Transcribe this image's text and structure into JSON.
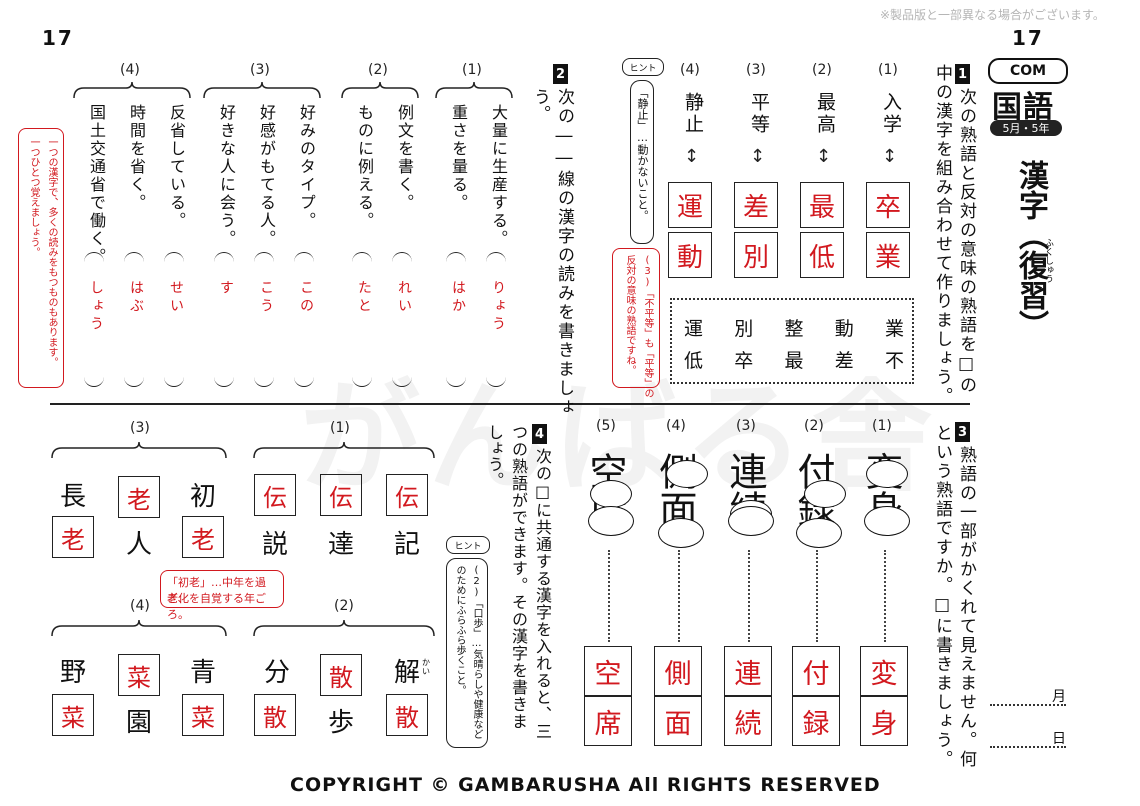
{
  "page_number_left": "17",
  "page_number_right": "17",
  "notice": "※製品版と一部異なる場合がございます。",
  "badge": {
    "com": "COM",
    "subject": "国語",
    "grade": "5月・5年"
  },
  "title": "漢字（復習）",
  "title_ruby": "ふくしゅう",
  "watermark": "がんばる舎",
  "copyright": "COPYRIGHT © GAMBARUSHA All RIGHTS RESERVED",
  "date_labels": {
    "month": "月",
    "day": "日"
  },
  "q1": {
    "num": "1",
    "instruction_1": "次の熟語と反対の意味の熟語を□の",
    "instruction_2": "中の漢字を組み合わせて作りましょう。",
    "items": [
      {
        "label": "(1)",
        "word": "入学",
        "top": "卒",
        "bottom": "業"
      },
      {
        "label": "(2)",
        "word": "最高",
        "top": "最",
        "bottom": "低"
      },
      {
        "label": "(3)",
        "word": "平等",
        "top": "差",
        "bottom": "別"
      },
      {
        "label": "(4)",
        "word": "静止",
        "top": "運",
        "bottom": "動"
      }
    ],
    "arrow": "↕",
    "word_box_row1": "運別整動業",
    "word_box_row2": "低卒最差不",
    "hint_label": "ヒント",
    "hint_text": "「静止」…動かないこと。",
    "red_note_1": "(3)「不平等」も「平等」の",
    "red_note_2": "反対の意味の熟語ですね。"
  },
  "q2": {
    "num": "2",
    "instruction_1": "次の――線の漢字の読みを書きましょ",
    "instruction_2": "う。",
    "groups": [
      {
        "label": "(1)",
        "lines": [
          {
            "text": "大量に生産する。",
            "answer": "りょう"
          },
          {
            "text": "重さを量る。",
            "answer": "はか"
          }
        ]
      },
      {
        "label": "(2)",
        "lines": [
          {
            "text": "例文を書く。",
            "answer": "れい"
          },
          {
            "text": "ものに例える。",
            "answer": "たと"
          }
        ]
      },
      {
        "label": "(3)",
        "lines": [
          {
            "text": "好みのタイプ。",
            "answer": "この"
          },
          {
            "text": "好感がもてる人。",
            "answer": "こう"
          },
          {
            "text": "好きな人に会う。",
            "answer": "す"
          }
        ]
      },
      {
        "label": "(4)",
        "lines": [
          {
            "text": "反省している。",
            "answer": "せい"
          },
          {
            "text": "時間を省く。",
            "answer": "はぶ"
          },
          {
            "text": "国土交通省で働く。",
            "answer": "しょう"
          }
        ]
      }
    ],
    "red_note_1": "一つの漢字で、多くの読みをもつものもあります。",
    "red_note_2": "一つひとつ覚えましょう。"
  },
  "q3": {
    "num": "3",
    "instruction_1": "熟語の一部がかくれて見えません。何",
    "instruction_2": "という熟語ですか。□に書きましょう。",
    "items": [
      {
        "label": "(1)",
        "hidden": "変身",
        "top": "変",
        "bottom": "身"
      },
      {
        "label": "(2)",
        "hidden": "付録",
        "top": "付",
        "bottom": "録"
      },
      {
        "label": "(3)",
        "hidden": "連続",
        "top": "連",
        "bottom": "続"
      },
      {
        "label": "(4)",
        "hidden": "側面",
        "top": "側",
        "bottom": "面"
      },
      {
        "label": "(5)",
        "hidden": "空席",
        "top": "空",
        "bottom": "席"
      }
    ]
  },
  "q4": {
    "num": "4",
    "instruction_1": "次の□に共通する漢字を入れると、三",
    "instruction_2": "つの熟語ができます。その漢字を書きま",
    "instruction_3": "しょう。",
    "hint_label": "ヒント",
    "hint_text_1": "(2)「口歩」…気晴らしや健康など",
    "hint_text_2": "のためにふらふら歩くこと。",
    "red_note_1": "「初老」…中年を過ぎ、",
    "red_note_2": "老化を自覚する年ごろ。",
    "puzzles": [
      {
        "label": "(1)",
        "answer": "伝",
        "left": "説",
        "center": "達",
        "right": "記"
      },
      {
        "label": "(2)",
        "answer": "散",
        "top_left": "分",
        "top_right": "解",
        "bottom": "歩",
        "ruby": "かい"
      },
      {
        "label": "(3)",
        "answer": "老",
        "top_left": "長",
        "top_right": "初",
        "bottom": "人"
      },
      {
        "label": "(4)",
        "answer": "菜",
        "top_left": "野",
        "top_right": "青",
        "bottom": "園"
      }
    ]
  }
}
